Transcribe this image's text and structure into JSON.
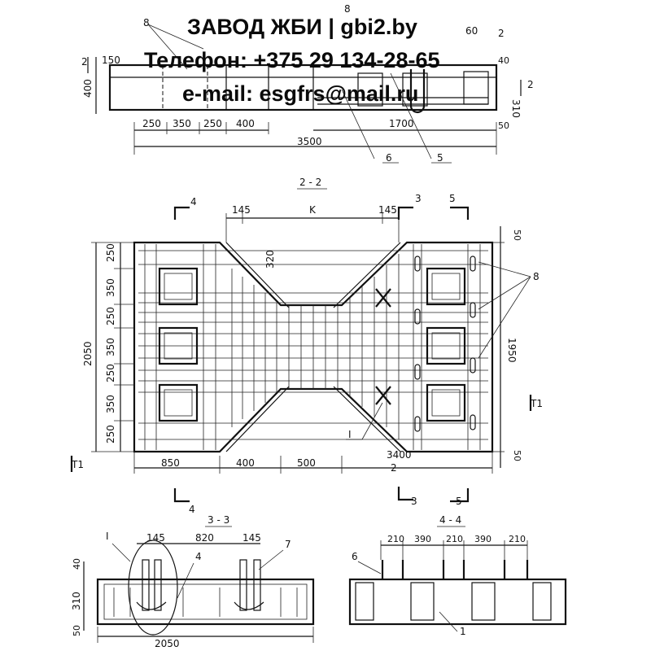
{
  "watermark": {
    "line1": "ЗАВОД ЖБИ | gbi2.by",
    "line2": "Телефон: +375 29 134-28-65",
    "line3": "e-mail: esgfrs@mail.ru"
  },
  "sections": {
    "s22": "2 - 2",
    "s33": "3 - 3",
    "s44": "4 - 4"
  },
  "cut_marks": {
    "c2": "2",
    "c3": "3",
    "c4": "4",
    "c5": "5",
    "c1": "1",
    "t1": "T1"
  },
  "callouts": [
    "1",
    "2",
    "3",
    "5",
    "6",
    "7",
    "8",
    "I"
  ],
  "top_view_dims": {
    "h150": "150",
    "h400": "400",
    "d250a": "250",
    "d350": "350",
    "d250b": "250",
    "d400": "400",
    "d1700": "1700",
    "d3500": "3500",
    "d60": "60",
    "d40": "40",
    "d310": "310",
    "d50": "50"
  },
  "plan_dims": {
    "d145a": "145",
    "dK": "K",
    "d145b": "145",
    "d320": "320",
    "v250a": "250",
    "v350a": "350",
    "v250b": "250",
    "v350b": "350",
    "v250c": "250",
    "v350c": "350",
    "v250d": "250",
    "v2050": "2050",
    "v1950": "1950",
    "v50a": "50",
    "v50b": "50",
    "b850": "850",
    "b400": "400",
    "b500": "500",
    "b3400": "3400",
    "b2": "2"
  },
  "sec33_dims": {
    "d145a": "145",
    "d820": "820",
    "d145b": "145",
    "v40": "40",
    "v310": "310",
    "v50": "50",
    "d2050": "2050",
    "cI": "I",
    "c4": "4",
    "c7": "7"
  },
  "sec44_dims": {
    "d210a": "210",
    "d390a": "390",
    "d210b": "210",
    "d390b": "390",
    "d210c": "210",
    "c6": "6",
    "c1": "1"
  }
}
